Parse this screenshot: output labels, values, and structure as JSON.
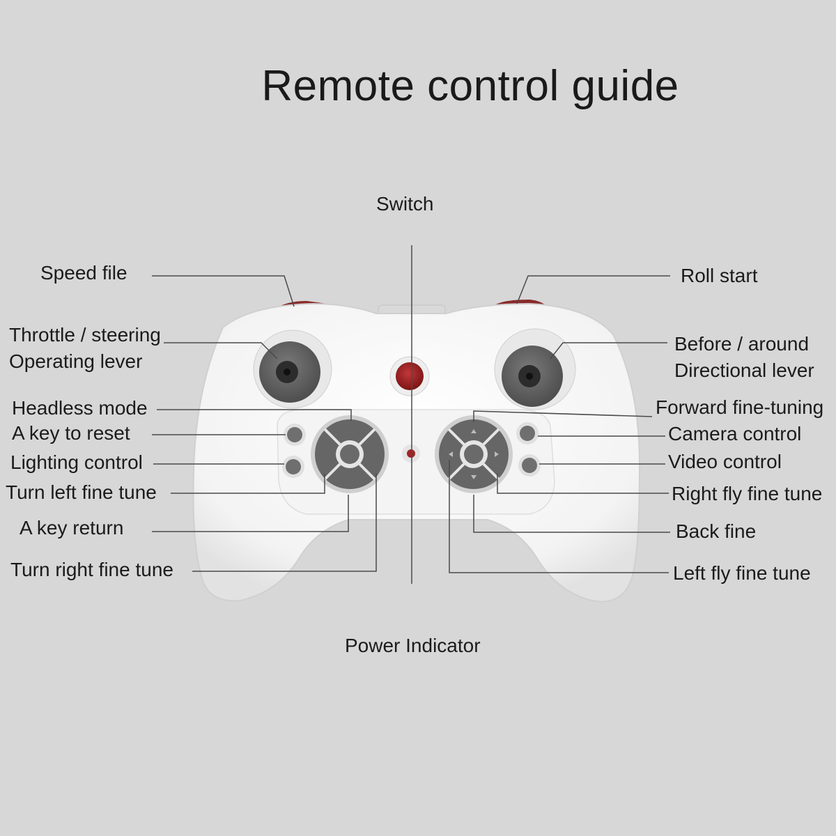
{
  "title": "Remote control guide",
  "labels": {
    "switch": "Switch",
    "power_indicator": "Power Indicator",
    "speed_file": "Speed file",
    "throttle_line1": "Throttle / steering",
    "throttle_line2": "Operating lever",
    "headless_mode": "Headless mode",
    "key_reset": "A key to reset",
    "lighting_control": "Lighting control",
    "turn_left_fine_tune": "Turn left fine tune",
    "key_return": "A key return",
    "turn_right_fine_tune": "Turn right fine tune",
    "roll_start": "Roll start",
    "before_line1": "Before / around",
    "before_line2": "Directional lever",
    "forward_fine_tuning": "Forward fine-tuning",
    "camera_control": "Camera control",
    "video_control": "Video control",
    "right_fly_fine_tune": "Right fly fine tune",
    "back_fine": "Back fine",
    "left_fly_fine_tune": "Left fly fine tune"
  },
  "colors": {
    "background": "#d7d7d7",
    "controller_body": "#f7f7f7",
    "joystick": "#6b6b6b",
    "power_switch": "#8e1b1b",
    "leader_line": "#4a4a4a"
  }
}
